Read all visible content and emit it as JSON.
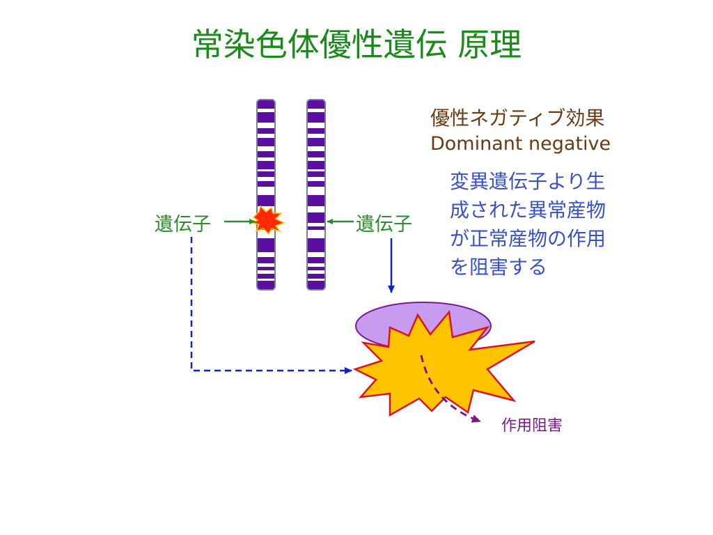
{
  "title": "常染色体優性遺伝 原理",
  "heading": {
    "japanese": "優性ネガティブ効果",
    "english": "Dominant negative"
  },
  "description_lines": [
    "変異遺伝子より生",
    "成された異常産物",
    "が正常産物の作用",
    "を阻害する"
  ],
  "gene_label_left": "遺伝子",
  "gene_label_right": "遺伝子",
  "block_label": "作用阻害",
  "colors": {
    "title": "#1a8a1a",
    "heading": "#6b3a14",
    "description": "#3a50c8",
    "gene_label": "#2e8a2e",
    "chromosome_band": "#5a0fa0",
    "normal_product": "#c79cf0",
    "abnormal_product": "#ffc400",
    "abnormal_outline": "#e01020",
    "inhibition_arrow": "#7a1a8a",
    "guide_arrow": "#1020d0"
  }
}
